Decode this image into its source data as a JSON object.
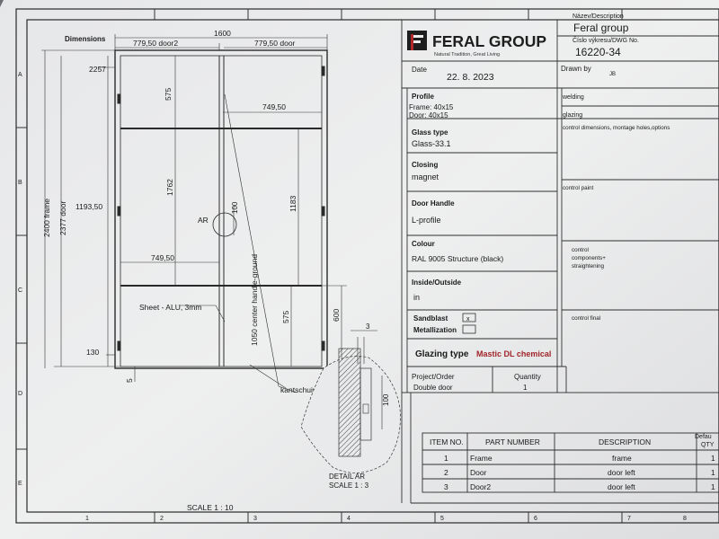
{
  "drawing": {
    "dimensions_label": "Dimensions",
    "dim_total_width": "1600",
    "dim_door2": "779,50 door2",
    "dim_door": "779,50 door",
    "dim_2257": "2257",
    "dim_575_top": "575",
    "dim_749_right": "749,50",
    "dim_1762": "1762",
    "dim_2400_frame": "2400 frame",
    "dim_2377_door": "2377 door",
    "dim_1193": "1193,50",
    "dim_100": "100",
    "ar_label": "AR",
    "dim_1183": "1183",
    "dim_749_left": "749,50",
    "handle_label": "1050 center handle-ground",
    "sheet_label": "Sheet - ALU, 3mm",
    "dim_575_bottom": "575",
    "dim_600": "600",
    "dim_130": "130",
    "dim_5": "5",
    "kantschuiven": "kantschuiven",
    "detail_3": "3",
    "detail_100": "100",
    "detail_title": "DETAIL AR",
    "detail_scale": "SCALE 1 : 3",
    "scale": "SCALE 1 : 10",
    "grid_cols": [
      "1",
      "2",
      "3",
      "4",
      "5",
      "6",
      "7",
      "8"
    ],
    "grid_rows": [
      "A",
      "B",
      "C",
      "D",
      "E"
    ]
  },
  "title_block": {
    "brand": "FERAL GROUP",
    "tagline": "Natural Tradition, Great Living",
    "name_label": "Název/Description",
    "name_value": "Feral group",
    "dwg_label": "Číslo výkresu/DWG No.",
    "dwg_value": "16220-34",
    "date_label": "Date",
    "date_value": "22. 8. 2023",
    "drawn_label": "Drawn by",
    "drawn_value": "JB",
    "profile_label": "Profile",
    "profile_frame": "Frame: 40x15",
    "profile_door": "Door: 40x15",
    "glass_label": "Glass type",
    "glass_value": "Glass-33.1",
    "closing_label": "Closing",
    "closing_value": "magnet",
    "handle_label": "Door Handle",
    "handle_value": "L-profile",
    "colour_label": "Colour",
    "colour_value": "RAL 9005 Structure (black)",
    "inout_label": "Inside/Outside",
    "inout_value": "in",
    "sandblast_label": "Sandblast",
    "sandblast_mark": "x",
    "metal_label": "Metallization",
    "glazing_label": "Glazing type",
    "glazing_value": "Mastic DL chemical",
    "project_label": "Project/Order",
    "project_value": "Double door",
    "qty_label": "Quantity",
    "qty_value": "1",
    "right_col": {
      "welding": "welding",
      "glazing": "glazing",
      "control_dims": "control dimensions, montage holes,options",
      "control_paint": "control paint",
      "control_comp_1": "control",
      "control_comp_2": "components+",
      "control_comp_3": "straightening",
      "control_final": "control final"
    },
    "accent_color": "#a0252a"
  },
  "bom": {
    "headers": [
      "ITEM NO.",
      "PART NUMBER",
      "DESCRIPTION",
      "Defau QTY"
    ],
    "rows": [
      [
        "1",
        "Frame",
        "frame",
        "1"
      ],
      [
        "2",
        "Door",
        "door left",
        "1"
      ],
      [
        "3",
        "Door2",
        "door left",
        "1"
      ]
    ]
  }
}
